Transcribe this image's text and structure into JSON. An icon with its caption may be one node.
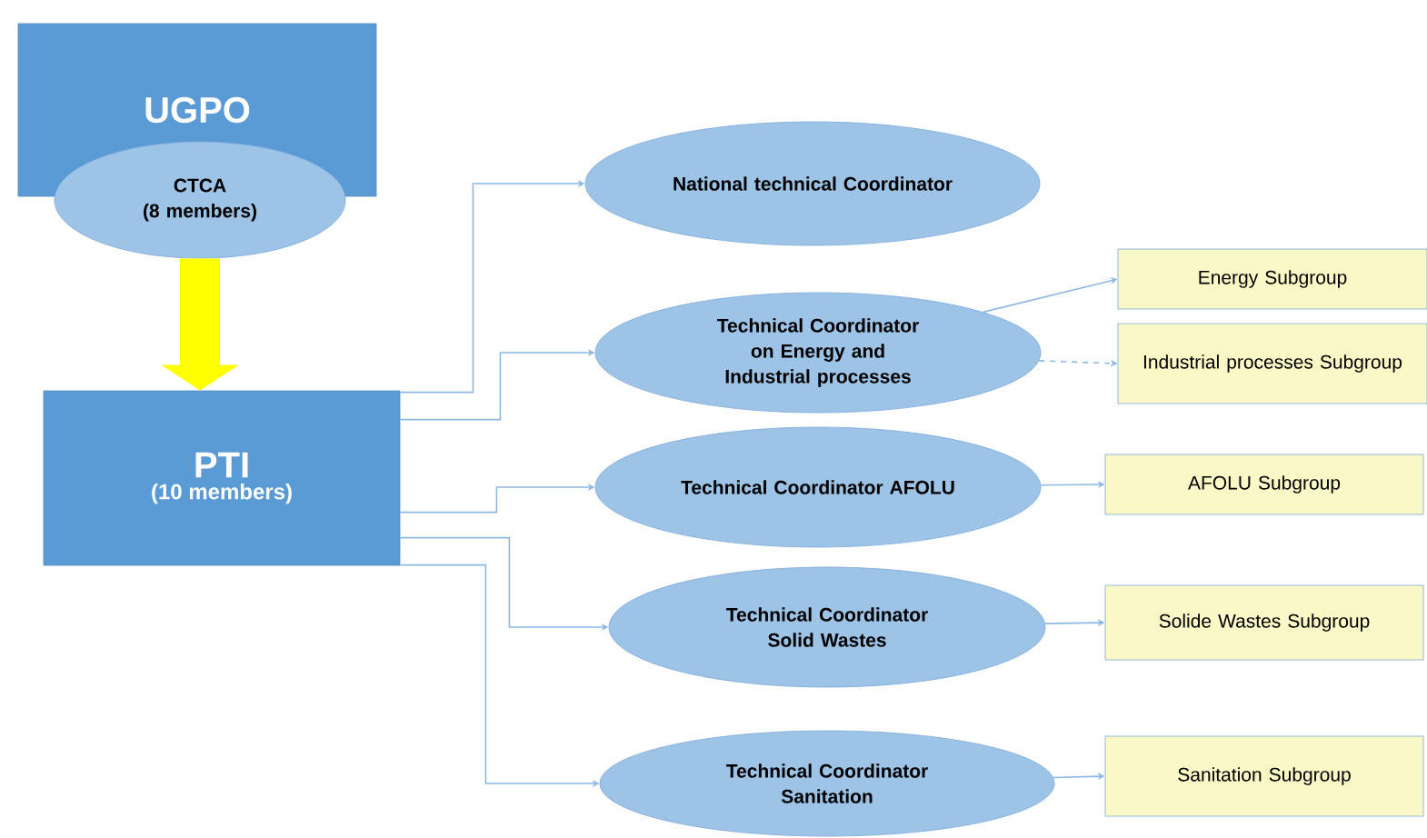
{
  "diagram": {
    "nodes": [
      {
        "text": [
          "UGPO"
        ]
      },
      {
        "text": [
          "CTCA",
          "(8 members)"
        ]
      },
      {
        "text": [
          "PTI",
          "(10 members)"
        ]
      },
      {
        "text": [
          "National technical Coordinator"
        ]
      },
      {
        "text": [
          "Technical Coordinator on Energy and Industrial processes"
        ]
      },
      {
        "text": [
          "Technical Coordinator AFOLU"
        ]
      },
      {
        "text": [
          "Technical Coordinator Solid Wastes"
        ]
      },
      {
        "text": [
          "Technical Coordinator Sanitation"
        ]
      },
      {
        "text": [
          "Energy Subgroup"
        ]
      },
      {
        "text": [
          "Industrial processes Subgroup"
        ]
      },
      {
        "text": [
          "AFOLU Subgroup"
        ]
      },
      {
        "text": [
          "Solide Wastes Subgroup"
        ]
      },
      {
        "text": [
          "Sanitation Subgroup"
        ]
      }
    ],
    "edges": [
      {
        "from": 1,
        "to": 2,
        "arrow": "to",
        "style": "thick",
        "color": "#ffff00"
      },
      {
        "from": 2,
        "to": 3,
        "arrow": "to"
      },
      {
        "from": 2,
        "to": 4,
        "arrow": "to"
      },
      {
        "from": 2,
        "to": 5,
        "arrow": "to"
      },
      {
        "from": 2,
        "to": 6,
        "arrow": "to"
      },
      {
        "from": 2,
        "to": 7,
        "arrow": "to"
      },
      {
        "from": 4,
        "to": 8,
        "arrow": "to"
      },
      {
        "from": 4,
        "to": 9,
        "arrow": "to",
        "style": "dashed"
      },
      {
        "from": 5,
        "to": 10,
        "arrow": "to"
      },
      {
        "from": 6,
        "to": 11,
        "arrow": "to"
      },
      {
        "from": 7,
        "to": 12,
        "arrow": "to"
      }
    ]
  }
}
